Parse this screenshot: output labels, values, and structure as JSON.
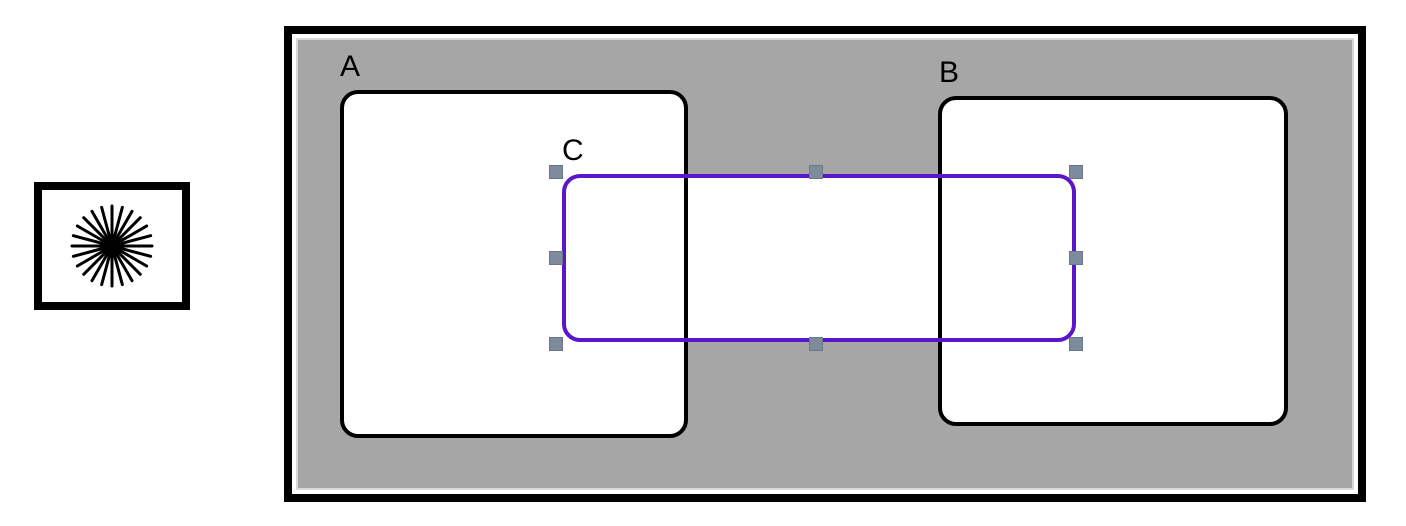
{
  "legend": {
    "icon": "starburst-icon"
  },
  "diagram": {
    "label_a": "A",
    "label_b": "B",
    "label_c": "C",
    "colors": {
      "background": "#a6a6a6",
      "region_fill": "#ffffff",
      "region_border": "#000000",
      "selected_border": "#5a16c8",
      "handle": "#7e8b9c"
    }
  }
}
